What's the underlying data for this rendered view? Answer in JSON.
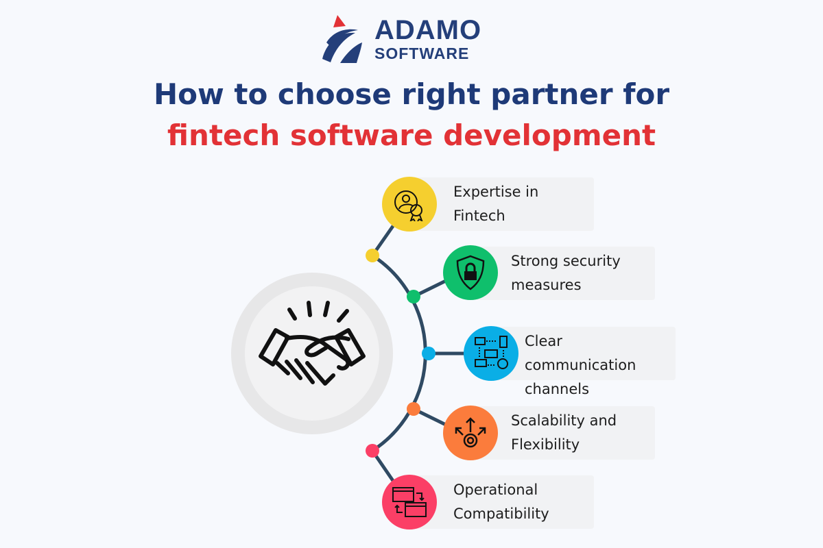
{
  "logo": {
    "word": "ADAMO",
    "sub": "SOFTWARE"
  },
  "title": {
    "line1": "How  to choose right partner for",
    "line2": "fintech software development"
  },
  "colors": {
    "navy": "#1e3a78",
    "red": "#e23236",
    "line": "#2f4a63"
  },
  "items": [
    {
      "label": "Expertise in\nFintech",
      "icon": "expert-award-icon",
      "color": "#f5cf2f"
    },
    {
      "label": "Strong security\nmeasures",
      "icon": "shield-lock-icon",
      "color": "#0fbf6c"
    },
    {
      "label": "Clear communication\nchannels",
      "icon": "communication-channels-icon",
      "color": "#0aaee6"
    },
    {
      "label": "Scalability and\nFlexibility",
      "icon": "scalability-gear-icon",
      "color": "#fb7c3c"
    },
    {
      "label": "Operational\nCompatibility",
      "icon": "window-sync-icon",
      "color": "#fb3f66"
    }
  ],
  "center_icon": "handshake-icon"
}
